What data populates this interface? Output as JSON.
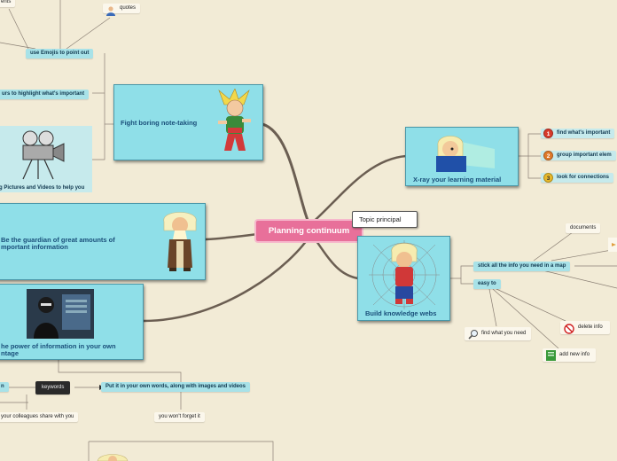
{
  "center": {
    "title": "Planning continuum"
  },
  "principal_label": "Topic principal",
  "topics": {
    "fight": "Fight boring note-taking",
    "xray": "X-ray your learning material",
    "guardian_line1": "Be the guardian of great amounts of",
    "guardian_line2": "mportant information",
    "build": "Build knowledge webs",
    "power_line1": "he power of information in your own",
    "power_line2": "ntage"
  },
  "subs": {
    "top_edge": "ents",
    "quotes": "quotes",
    "use_emojis": "use Emojis to point out",
    "highlight": "urs to highlight what's important",
    "pictures": "g Pictures and Videos to help you",
    "find_important": "find what's important",
    "group_elements": "group important elem",
    "connections": "look for connections",
    "stick_info": "stick all the info you need in a map",
    "easy_to": "easy to",
    "documents": "documents",
    "find_need": "find what you need",
    "delete_info": "delete info",
    "add_info": "add new info",
    "keywords": "keywords",
    "own_words": "Put it in your own words, along with images and videos",
    "left_stub": "n",
    "colleagues": "your colleagues share with you",
    "wont_forget": "you won't forget it"
  },
  "badges": [
    "1",
    "2",
    "3"
  ],
  "colors": {
    "background": "#f2ebd6",
    "topic_fill": "#8fdfe8",
    "central_fill": "#e8709a",
    "connector": "#6b5e52"
  },
  "icons": [
    "user-icon",
    "magnifier-icon",
    "forbidden-icon",
    "add-note-icon",
    "priority-1-icon",
    "priority-2-icon",
    "priority-3-icon"
  ]
}
